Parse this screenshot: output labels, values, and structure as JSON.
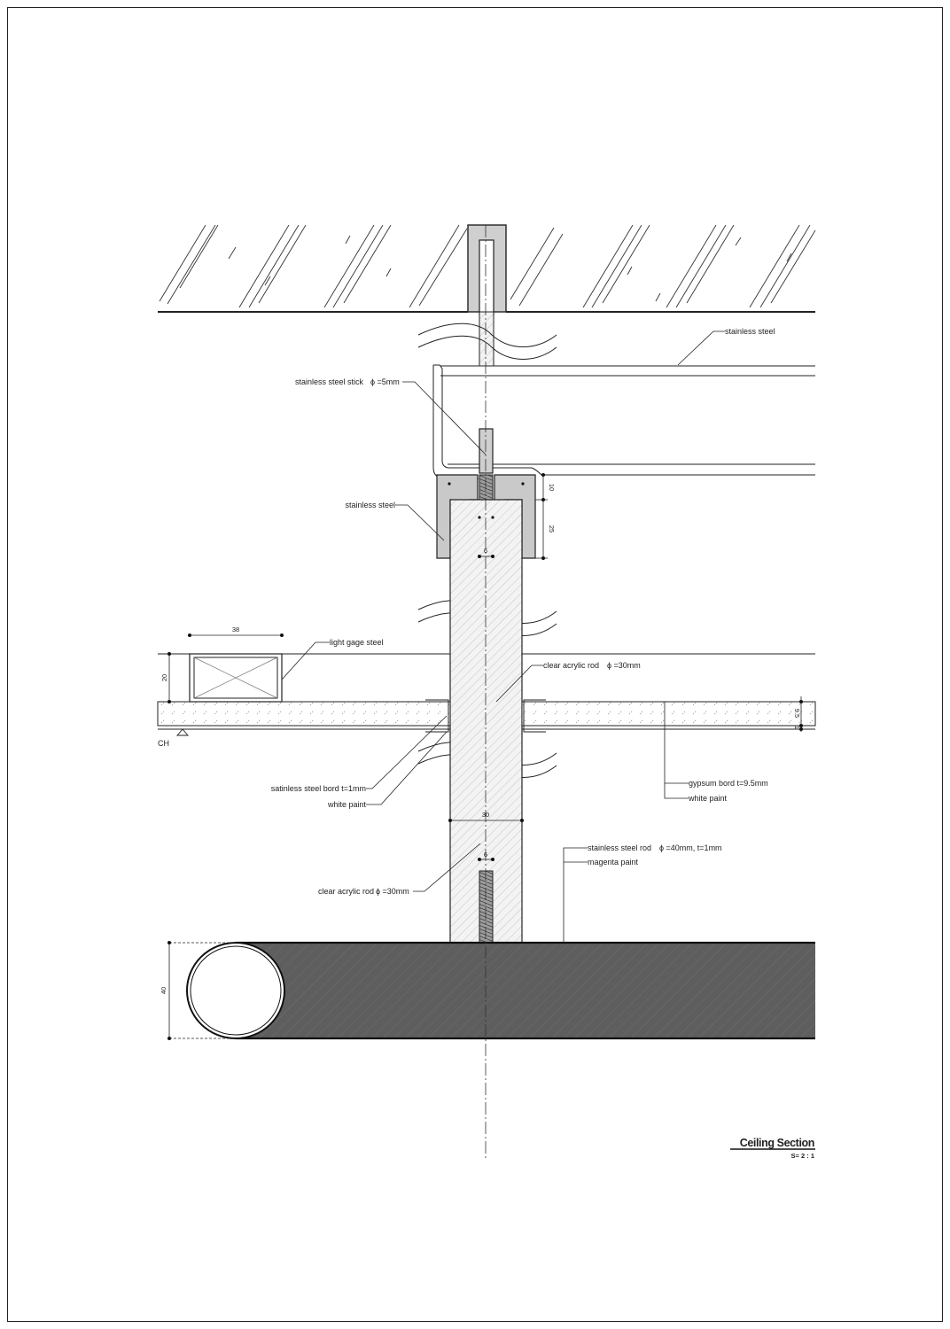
{
  "drawing": {
    "title": "Ceiling Section",
    "scale": "S= 2 : 1"
  },
  "labels": {
    "stainless_steel_top": "stainless steel",
    "stainless_stick": "stainless steel stick",
    "stainless_stick_dia": "ϕ =5mm",
    "stainless_steel_fitting": "stainless steel",
    "light_gage": "light gage steel",
    "clear_acrylic_upper": "clear acrylic rod",
    "clear_acrylic_upper_dia": "ϕ =30mm",
    "satinless_bord": "satinless steel bord  t=1mm",
    "white_paint_left": "white paint",
    "gypsum_bord": "gypsum bord t=9.5mm",
    "white_paint_right": "white paint",
    "rod_spec": "stainless steel rod",
    "rod_spec_dia": "ϕ =40mm, t=1mm",
    "magenta_paint": "magenta paint",
    "clear_acrylic_lower": "clear acrylic rod",
    "clear_acrylic_lower_dia": "ϕ =30mm",
    "ch_mark": "CH"
  },
  "dimensions": {
    "d38": "38",
    "d20": "20",
    "d10": "10",
    "d25": "25",
    "d6_upper": "6",
    "d30": "30",
    "d6_lower": "6",
    "d40": "40",
    "d95": "9.5",
    "d1": "1"
  },
  "colors": {
    "line": "#222222",
    "steel_fill": "#c9c9c9",
    "rod_fill": "#5e5e5e",
    "acrylic_fill": "#efefef"
  }
}
